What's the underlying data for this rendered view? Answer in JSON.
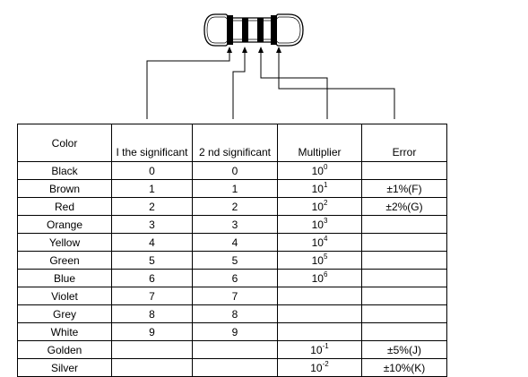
{
  "headers": {
    "color": "Color",
    "first_digit": "I the significant",
    "second_digit": "2 nd significant",
    "multiplier": "Multiplier",
    "error": "Error"
  },
  "rows": [
    {
      "color": "Black",
      "first": "0",
      "second": "0",
      "mult_base": "10",
      "mult_exp": "0",
      "error": ""
    },
    {
      "color": "Brown",
      "first": "1",
      "second": "1",
      "mult_base": "10",
      "mult_exp": "1",
      "error": "±1%(F)"
    },
    {
      "color": "Red",
      "first": "2",
      "second": "2",
      "mult_base": "10",
      "mult_exp": "2",
      "error": "±2%(G)"
    },
    {
      "color": "Orange",
      "first": "3",
      "second": "3",
      "mult_base": "10",
      "mult_exp": "3",
      "error": ""
    },
    {
      "color": "Yellow",
      "first": "4",
      "second": "4",
      "mult_base": "10",
      "mult_exp": "4",
      "error": ""
    },
    {
      "color": "Green",
      "first": "5",
      "second": "5",
      "mult_base": "10",
      "mult_exp": "5",
      "error": ""
    },
    {
      "color": "Blue",
      "first": "6",
      "second": "6",
      "mult_base": "10",
      "mult_exp": "6",
      "error": ""
    },
    {
      "color": "Violet",
      "first": "7",
      "second": "7",
      "mult_base": "",
      "mult_exp": "",
      "error": ""
    },
    {
      "color": "Grey",
      "first": "8",
      "second": "8",
      "mult_base": "",
      "mult_exp": "",
      "error": ""
    },
    {
      "color": "White",
      "first": "9",
      "second": "9",
      "mult_base": "",
      "mult_exp": "",
      "error": ""
    },
    {
      "color": "Golden",
      "first": "",
      "second": "",
      "mult_base": "10",
      "mult_exp": "-1",
      "error": "±5%(J)"
    },
    {
      "color": "Silver",
      "first": "",
      "second": "",
      "mult_base": "10",
      "mult_exp": "-2",
      "error": "±10%(K)"
    }
  ],
  "colors": {
    "line": "#000000",
    "band": "#000000",
    "body_fill": "#ffffff"
  },
  "icons": {
    "resistor": "resistor-icon",
    "arrow": "arrow-up-icon"
  }
}
